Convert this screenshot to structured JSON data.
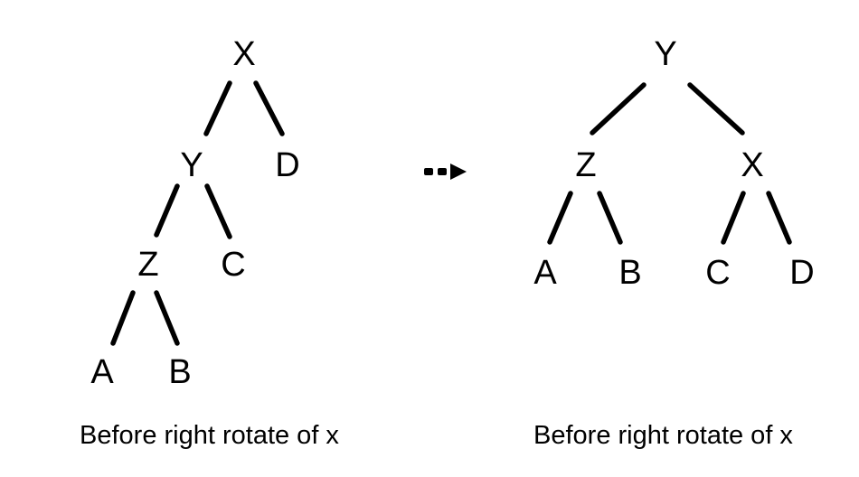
{
  "diagram": {
    "left_tree": {
      "caption": "Before right rotate of x",
      "nodes": [
        {
          "id": "lx",
          "label": "X"
        },
        {
          "id": "ly",
          "label": "Y"
        },
        {
          "id": "ld",
          "label": "D"
        },
        {
          "id": "lz",
          "label": "Z"
        },
        {
          "id": "lc",
          "label": "C"
        },
        {
          "id": "la",
          "label": "A"
        },
        {
          "id": "lb",
          "label": "B"
        }
      ],
      "edges": [
        {
          "from": "lx",
          "to": "ly"
        },
        {
          "from": "lx",
          "to": "ld"
        },
        {
          "from": "ly",
          "to": "lz"
        },
        {
          "from": "ly",
          "to": "lc"
        },
        {
          "from": "lz",
          "to": "la"
        },
        {
          "from": "lz",
          "to": "lb"
        }
      ]
    },
    "right_tree": {
      "caption": "Before right rotate of x",
      "nodes": [
        {
          "id": "ry",
          "label": "Y"
        },
        {
          "id": "rz",
          "label": "Z"
        },
        {
          "id": "rx",
          "label": "X"
        },
        {
          "id": "ra",
          "label": "A"
        },
        {
          "id": "rb",
          "label": "B"
        },
        {
          "id": "rc",
          "label": "C"
        },
        {
          "id": "rd",
          "label": "D"
        }
      ],
      "edges": [
        {
          "from": "ry",
          "to": "rz"
        },
        {
          "from": "ry",
          "to": "rx"
        },
        {
          "from": "rz",
          "to": "ra"
        },
        {
          "from": "rz",
          "to": "rb"
        },
        {
          "from": "rx",
          "to": "rc"
        },
        {
          "from": "rx",
          "to": "rd"
        }
      ]
    },
    "arrow_icon": "dotted-right-arrow-icon"
  }
}
